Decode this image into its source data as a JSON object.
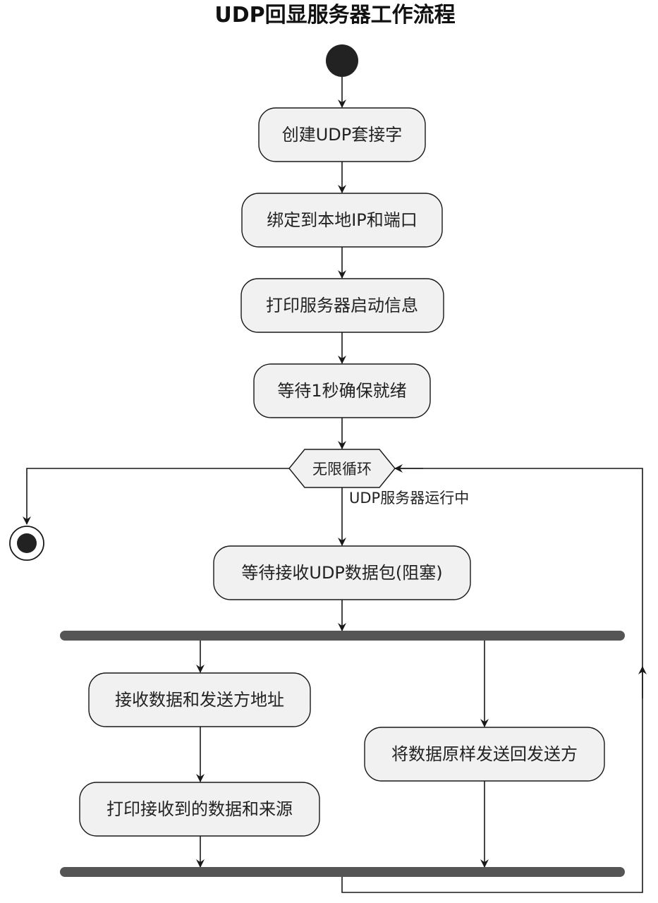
{
  "title": "UDP回显服务器工作流程",
  "nodes": {
    "create_socket": "创建UDP套接字",
    "bind": "绑定到本地IP和端口",
    "print_start": "打印服务器启动信息",
    "wait_ready": "等待1秒确保就绪",
    "loop": "无限循环",
    "wait_recv": "等待接收UDP数据包(阻塞)",
    "recv_data": "接收数据和发送方地址",
    "print_recv": "打印接收到的数据和来源",
    "echo_back": "将数据原样发送回发送方"
  },
  "edge_labels": {
    "loop_running": "UDP服务器运行中"
  }
}
